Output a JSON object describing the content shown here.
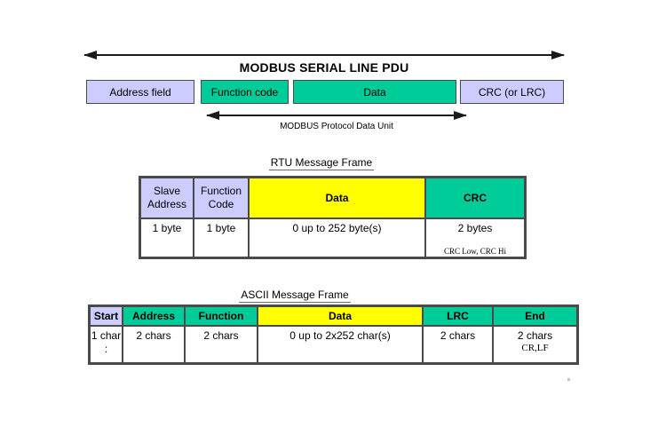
{
  "colors": {
    "lavender": "#ccccff",
    "green": "#00cc99",
    "yellow": "#ffff00",
    "table_border": "#4a4a4a",
    "arrow": "#1a1a1a"
  },
  "top": {
    "title": "MODBUS SERIAL LINE PDU",
    "boxes": [
      {
        "label": "Address field"
      },
      {
        "label": "Function code"
      },
      {
        "label": "Data"
      },
      {
        "label": "CRC (or LRC)"
      }
    ],
    "pdu_arrow_label": "MODBUS Protocol Data Unit"
  },
  "rtu": {
    "title": "RTU Message Frame",
    "headers": [
      "Slave\nAddress",
      "Function\nCode",
      "Data",
      "CRC"
    ],
    "cells": [
      "1 byte",
      "1 byte",
      "0 up to 252 byte(s)",
      "2 bytes"
    ],
    "crc_note": "CRC Low, CRC Hi"
  },
  "ascii": {
    "title": "ASCII Message Frame",
    "headers": [
      "Start",
      "Address",
      "Function",
      "Data",
      "LRC",
      "End"
    ],
    "cells": [
      "1 char",
      "2 chars",
      "2 chars",
      "0 up to 2x252 char(s)",
      "2 chars",
      "2 chars"
    ],
    "start_note": ":",
    "end_note": "CR,LF"
  }
}
